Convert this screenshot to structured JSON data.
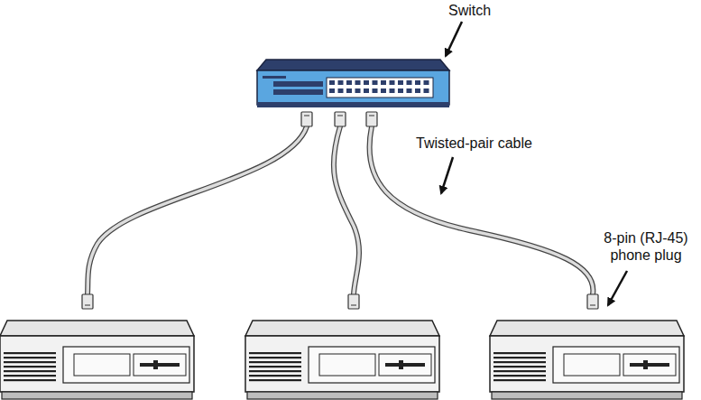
{
  "diagram": {
    "labels": [
      "Switch",
      "Twisted-pair cable",
      "8-pin (RJ-45) phone plug"
    ]
  }
}
